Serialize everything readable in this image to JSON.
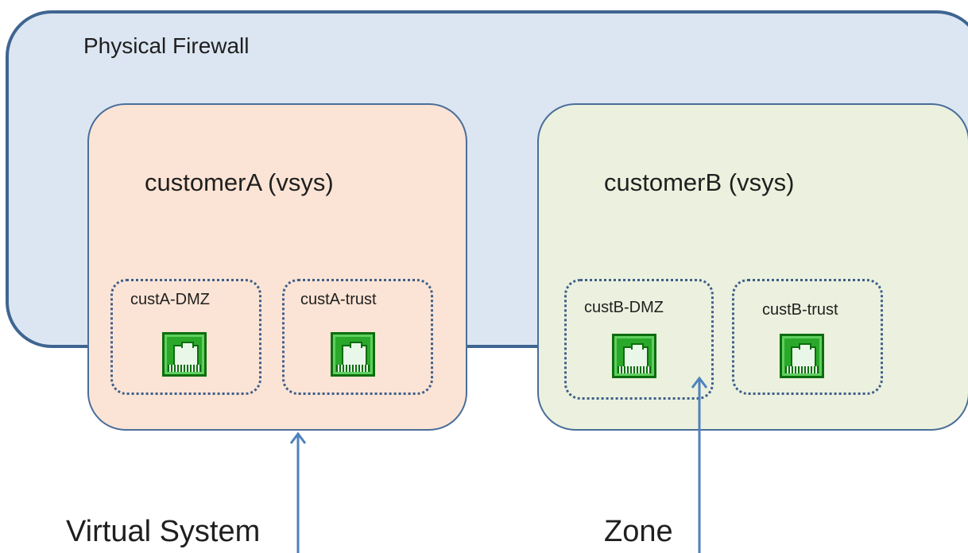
{
  "firewall": {
    "title": "Physical Firewall"
  },
  "vsys": [
    {
      "title": "customerA (vsys)",
      "zones": [
        {
          "label": "custA-DMZ"
        },
        {
          "label": "custA-trust"
        }
      ]
    },
    {
      "title": "customerB (vsys)",
      "zones": [
        {
          "label": "custB-DMZ"
        },
        {
          "label": "custB-trust"
        }
      ]
    }
  ],
  "annotations": {
    "virtual_system": "Virtual System",
    "zone": "Zone"
  },
  "colors": {
    "firewall_fill": "#dce6f2",
    "firewall_border": "#3f6591",
    "vsys_a_fill": "#fbe4d5",
    "vsys_b_fill": "#ebf1de",
    "port_fill": "#2aa82a",
    "arrow": "#4f81bd"
  },
  "icons": {
    "port": "ethernet-port-icon"
  }
}
